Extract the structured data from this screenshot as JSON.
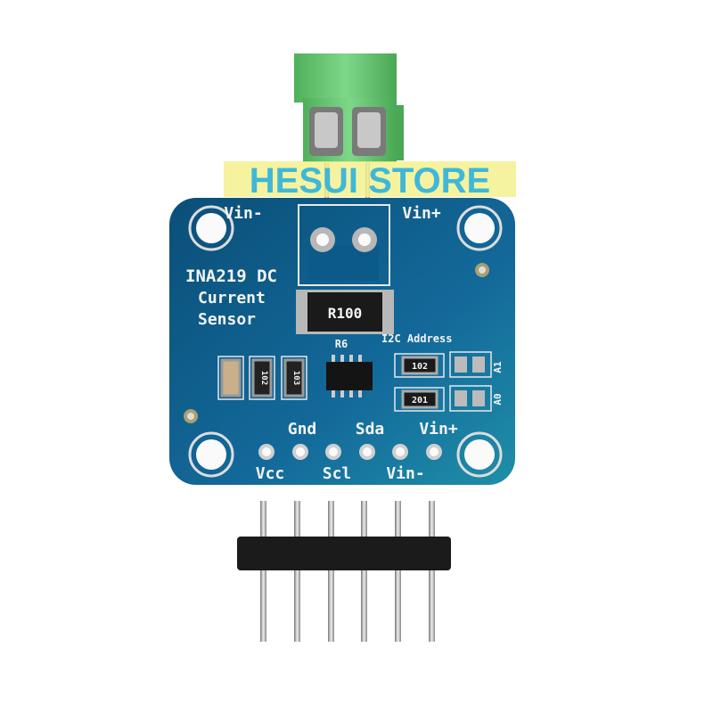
{
  "board": {
    "title_line1": "INA219 DC",
    "title_line2": "Current",
    "title_line3": "Sensor",
    "label_vin_minus_top": "Vin-",
    "label_vin_plus_top": "Vin+",
    "shunt_marking": "R100",
    "shunt_ref": "R6",
    "i2c_label": "I2C Address",
    "resistor_1": "102",
    "resistor_2": "201",
    "cap_1": "102",
    "cap_2": "103",
    "jumper_a0": "A0",
    "jumper_a1": "A1",
    "pins_top": [
      "Gnd",
      "Sda",
      "Vin+"
    ],
    "pins_bottom": [
      "Vcc",
      "Scl",
      "Vin-"
    ]
  },
  "watermark": "HESUI STORE",
  "colors": {
    "pcb": "#0f5f8a",
    "terminal": "#5fc06a",
    "watermark_bg": "#f3f08a",
    "watermark_text": "#3fb8d8"
  }
}
